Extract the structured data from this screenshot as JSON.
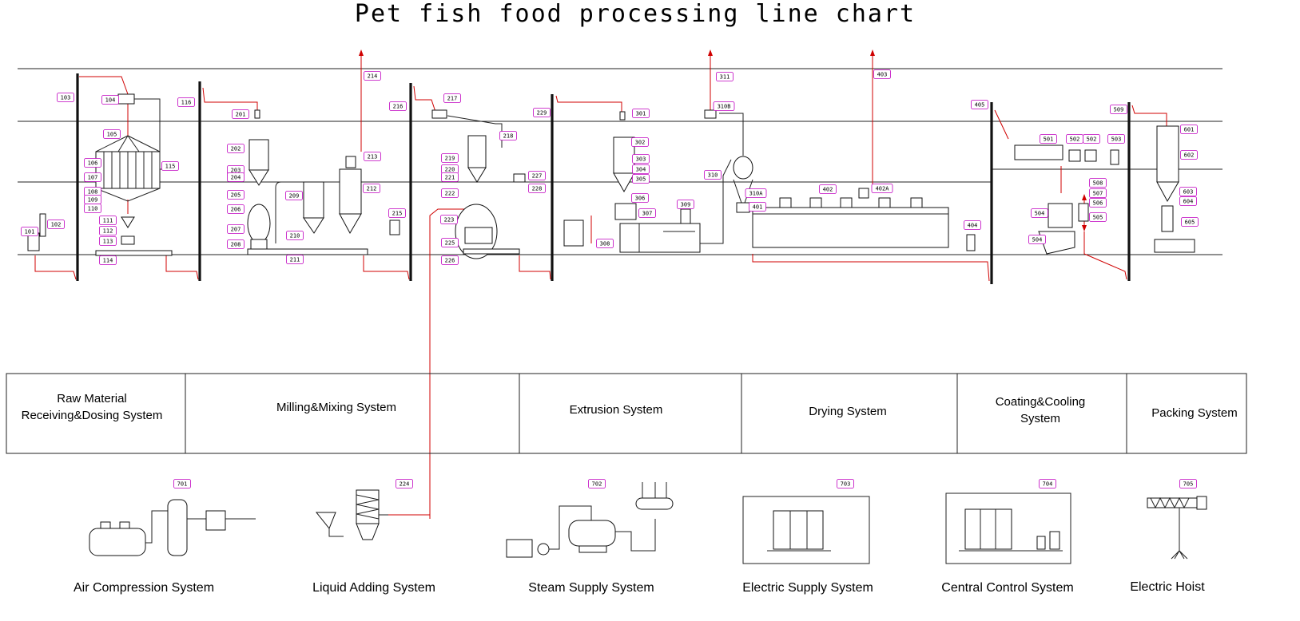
{
  "title": "Pet fish food processing line chart",
  "systems": [
    {
      "lines": [
        "Raw Material",
        "Receiving&Dosing System"
      ]
    },
    {
      "lines": [
        "Milling&Mixing System"
      ]
    },
    {
      "lines": [
        "Extrusion System"
      ]
    },
    {
      "lines": [
        "Drying System"
      ]
    },
    {
      "lines": [
        "Coating&Cooling",
        "System"
      ]
    },
    {
      "lines": [
        "Packing System"
      ]
    }
  ],
  "utilities": [
    {
      "label": "Air Compression System",
      "tag": "701"
    },
    {
      "label": "Liquid Adding System",
      "tag": "224"
    },
    {
      "label": "Steam Supply System",
      "tag": "702"
    },
    {
      "label": "Electric Supply System",
      "tag": "703"
    },
    {
      "label": "Central Control System",
      "tag": "704"
    },
    {
      "label": "Electric Hoist",
      "tag": "705"
    }
  ],
  "tags": [
    "101",
    "102",
    "103",
    "104",
    "105",
    "106",
    "107",
    "108",
    "109",
    "110",
    "111",
    "112",
    "113",
    "114",
    "115",
    "116",
    "201",
    "202",
    "203",
    "204",
    "205",
    "206",
    "207",
    "208",
    "209",
    "210",
    "211",
    "212",
    "213",
    "214",
    "215",
    "216",
    "217",
    "218",
    "219",
    "220",
    "221",
    "222",
    "223",
    "225",
    "226",
    "227",
    "228",
    "229",
    "301",
    "302",
    "303",
    "304",
    "305",
    "306",
    "307",
    "308",
    "309",
    "310",
    "311",
    "310A",
    "310B",
    "401",
    "402",
    "402A",
    "403",
    "404",
    "405",
    "501",
    "502",
    "502",
    "503",
    "504",
    "504",
    "505",
    "506",
    "507",
    "508",
    "509",
    "601",
    "602",
    "603",
    "604",
    "605"
  ]
}
